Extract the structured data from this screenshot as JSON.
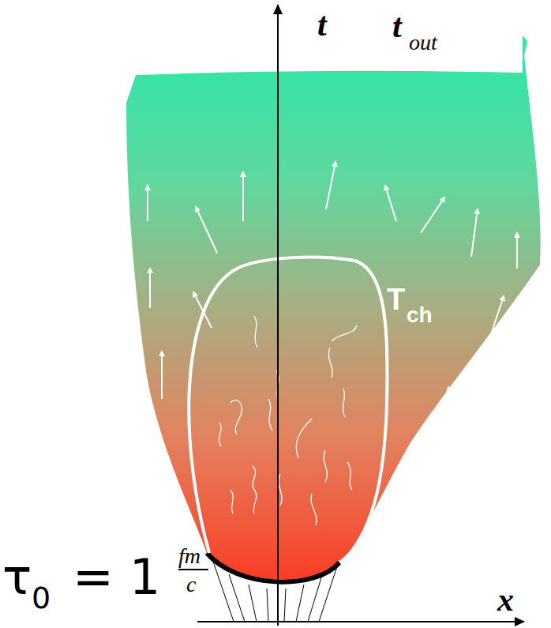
{
  "diagram": {
    "labels": [
      "t",
      "t",
      "out",
      "T",
      "ch",
      "τ",
      "0",
      "= 1",
      "fm",
      "c",
      "x"
    ]
  }
}
